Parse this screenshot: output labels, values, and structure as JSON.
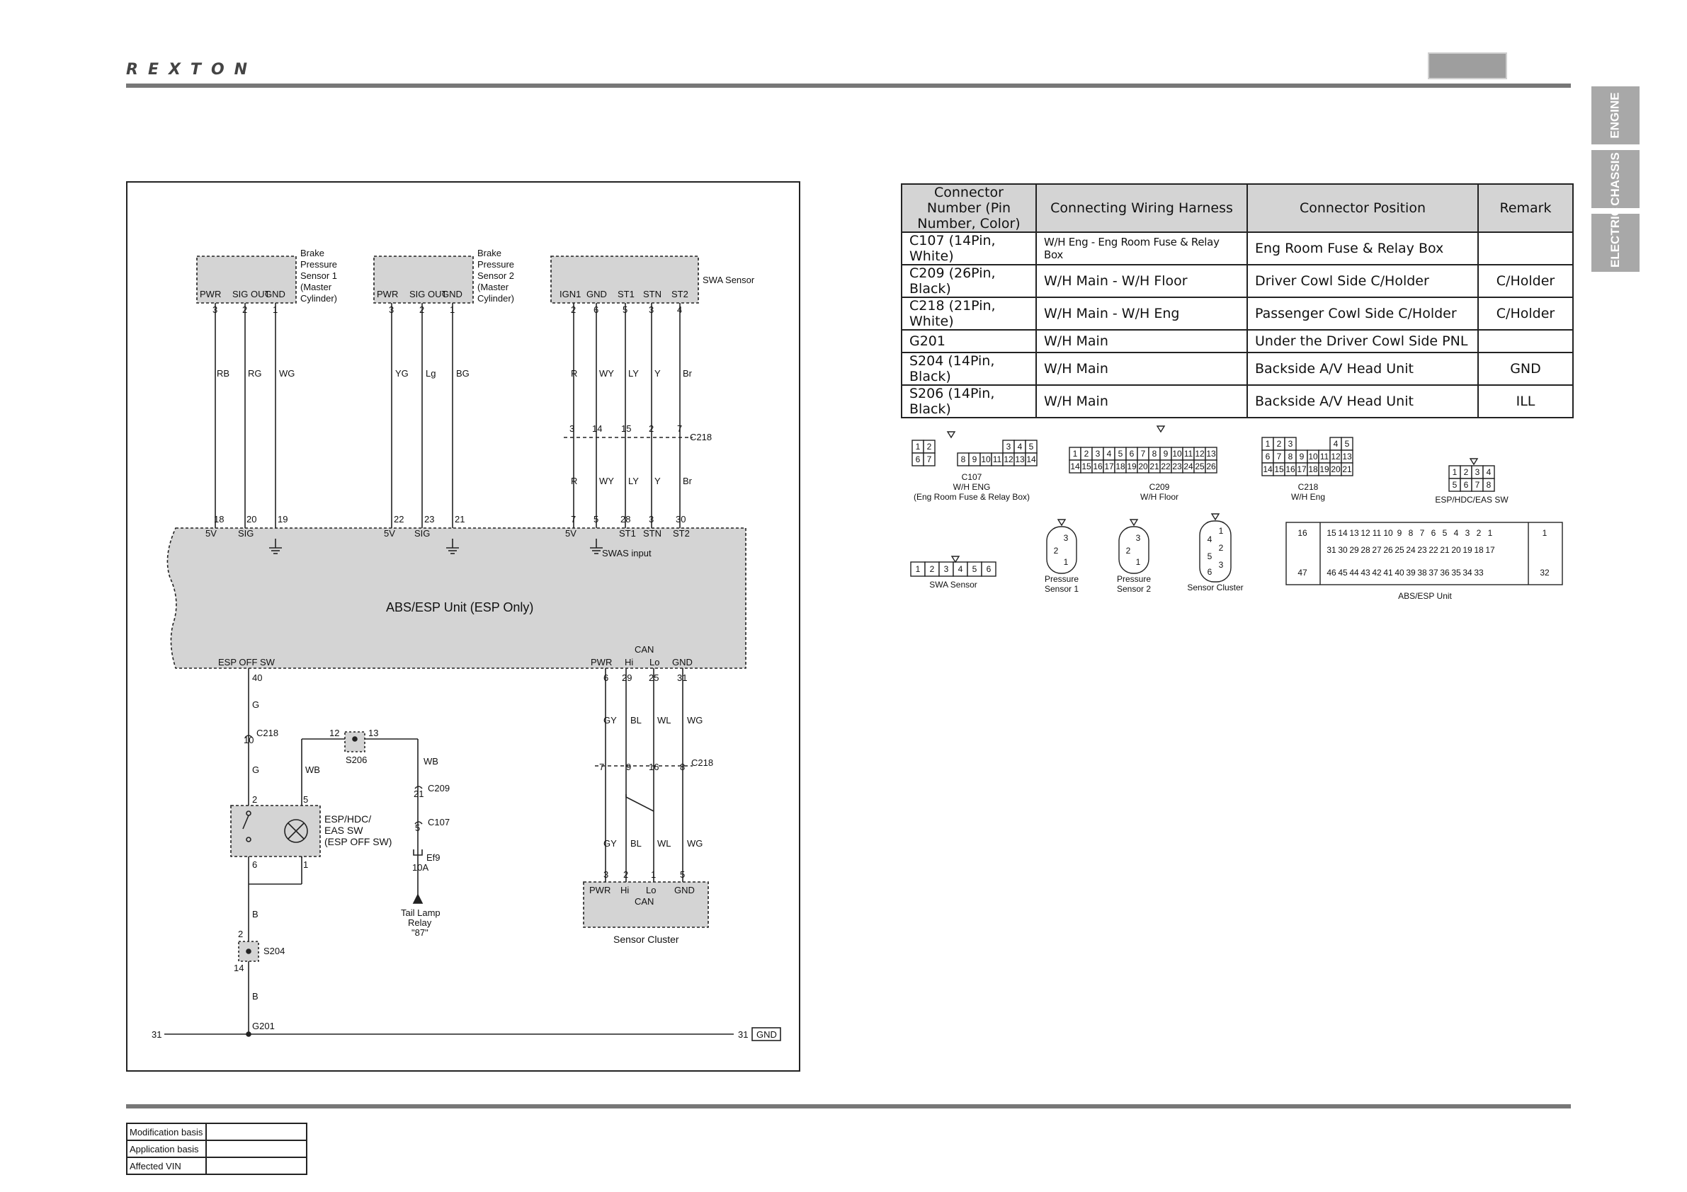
{
  "header": {
    "logo": "REXTON"
  },
  "side_tabs": [
    "ENGINE",
    "CHASSIS",
    "ELECTRIC"
  ],
  "table": {
    "headers": [
      "Connector Number (Pin Number, Color)",
      "Connecting Wiring Harness",
      "Connector Position",
      "Remark"
    ],
    "rows": [
      [
        "C107 (14Pin, White)",
        "W/H Eng - Eng Room Fuse & Relay Box",
        "Eng Room Fuse & Relay Box",
        ""
      ],
      [
        "C209 (26Pin, Black)",
        "W/H Main - W/H Floor",
        "Driver Cowl Side C/Holder",
        "C/Holder"
      ],
      [
        "C218 (21Pin, White)",
        "W/H Main - W/H Eng",
        "Passenger Cowl Side C/Holder",
        "C/Holder"
      ],
      [
        "G201",
        "W/H Main",
        "Under the Driver Cowl Side PNL",
        ""
      ],
      [
        "S204 (14Pin, Black)",
        "W/H Main",
        "Backside A/V Head Unit",
        "GND"
      ],
      [
        "S206 (14Pin, Black)",
        "W/H Main",
        "Backside A/V Head Unit",
        "ILL"
      ]
    ]
  },
  "footer": {
    "rows": [
      {
        "label": "Modification basis",
        "value": ""
      },
      {
        "label": "Application basis",
        "value": ""
      },
      {
        "label": "Affected VIN",
        "value": ""
      }
    ]
  },
  "diagram": {
    "sensors": {
      "bps1": {
        "name": [
          "Brake",
          "Pressure",
          "Sensor 1",
          "(Master",
          "Cylinder)"
        ],
        "pins": [
          "PWR",
          "SIG OUT",
          "GND"
        ],
        "nums": [
          "3",
          "2",
          "1"
        ],
        "wires": [
          "RB",
          "RG",
          "WG"
        ],
        "unit_pins": [
          "18",
          "20",
          "19"
        ]
      },
      "bps2": {
        "name": [
          "Brake",
          "Pressure",
          "Sensor 2",
          "(Master",
          "Cylinder)"
        ],
        "pins": [
          "PWR",
          "SIG OUT",
          "GND"
        ],
        "nums": [
          "3",
          "2",
          "1"
        ],
        "wires": [
          "YG",
          "Lg",
          "BG"
        ],
        "unit_pins": [
          "22",
          "23",
          "21"
        ]
      },
      "swa": {
        "name": "SWA Sensor",
        "pins": [
          "IGN1",
          "GND",
          "ST1",
          "STN",
          "ST2"
        ],
        "nums": [
          "2",
          "6",
          "5",
          "3",
          "4"
        ],
        "wires": [
          "R",
          "WY",
          "LY",
          "Y",
          "Br"
        ],
        "c218_pins": [
          "3",
          "14",
          "15",
          "2",
          "7"
        ],
        "unit_pins": [
          "7",
          "5",
          "28",
          "3",
          "30"
        ]
      }
    },
    "unit": {
      "name": "ABS/ESP Unit (ESP Only)",
      "top_labels": [
        "5V",
        "SIG",
        "5V",
        "SIG",
        "5V",
        "ST1",
        "STN",
        "ST2"
      ],
      "swas_input": "SWAS input",
      "bottom_labels": {
        "esp": "ESP OFF SW",
        "can": "CAN",
        "pins": [
          "PWR",
          "Hi",
          "Lo",
          "GND"
        ],
        "nums": [
          "40",
          "6",
          "29",
          "25",
          "31"
        ]
      }
    },
    "labels": {
      "c218": "C218",
      "c209": "C209",
      "c107": "C107",
      "s206": "S206",
      "s204": "S204",
      "g201": "G201",
      "gnd": "GND",
      "ef9": "Ef9",
      "ef9_amp": "10A",
      "tail_lamp": [
        "Tail Lamp",
        "Relay",
        "\"87\""
      ],
      "esp_sw": [
        "ESP/HDC/",
        "EAS SW",
        "(ESP OFF SW)"
      ],
      "sensor_cluster": "Sensor Cluster",
      "cluster_pins": [
        "PWR",
        "Hi",
        "Lo",
        "GND"
      ],
      "cluster_can": "CAN"
    },
    "wires_bottom": {
      "esp": [
        "G",
        "G",
        "B",
        "B"
      ],
      "esp_c218": [
        "10"
      ],
      "s206_pins": [
        "12",
        "13"
      ],
      "wb": [
        "WB",
        "WB"
      ],
      "c209_pin": "21",
      "c107_pin": "5",
      "sw_pins": [
        "2",
        "5",
        "6",
        "1"
      ],
      "s204_pins": [
        "2",
        "14"
      ],
      "ground_pins": [
        "31",
        "31"
      ],
      "cluster_wires": [
        "GY",
        "BL",
        "WL",
        "WG"
      ],
      "cluster_c218": [
        "7",
        "9",
        "16",
        "8"
      ],
      "cluster_nums": [
        "3",
        "2",
        "1",
        "5"
      ]
    }
  },
  "connector_views": [
    {
      "title": [
        "C107",
        "W/H ENG",
        "(Eng Room Fuse & Relay Box)"
      ],
      "pins": [
        "1",
        "2",
        "3",
        "4",
        "5",
        "6",
        "7",
        "8",
        "9",
        "10",
        "11",
        "12",
        "13",
        "14"
      ]
    },
    {
      "title": [
        "C209",
        "W/H Floor"
      ],
      "pins": [
        "1",
        "2",
        "3",
        "4",
        "5",
        "6",
        "7",
        "8",
        "9",
        "10",
        "11",
        "12",
        "13",
        "14",
        "15",
        "16",
        "17",
        "18",
        "19",
        "20",
        "21",
        "22",
        "23",
        "24",
        "25",
        "26"
      ]
    },
    {
      "title": [
        "C218",
        "W/H Eng"
      ],
      "pins": [
        "1",
        "2",
        "3",
        "4",
        "5",
        "6",
        "7",
        "8",
        "9",
        "10",
        "11",
        "12",
        "13",
        "14",
        "15",
        "16",
        "17",
        "18",
        "19",
        "20",
        "21"
      ]
    },
    {
      "title": [
        "ESP/HDC/EAS SW"
      ],
      "pins": [
        "1",
        "2",
        "3",
        "4",
        "5",
        "6",
        "7",
        "8"
      ]
    },
    {
      "title": [
        "SWA Sensor"
      ],
      "pins": [
        "1",
        "2",
        "3",
        "4",
        "5",
        "6"
      ]
    },
    {
      "title": [
        "Pressure",
        "Sensor 1"
      ],
      "pins": [
        "3",
        "2",
        "1"
      ]
    },
    {
      "title": [
        "Pressure",
        "Sensor 2"
      ],
      "pins": [
        "3",
        "2",
        "1"
      ]
    },
    {
      "title": [
        "Sensor Cluster"
      ],
      "pins": [
        "1",
        "4",
        "2",
        "5",
        "3",
        "6"
      ]
    },
    {
      "title": [
        "ABS/ESP Unit"
      ],
      "pins": [
        "16",
        "15",
        "14",
        "13",
        "12",
        "11",
        "10",
        "9",
        "8",
        "7",
        "6",
        "5",
        "4",
        "3",
        "2",
        "1",
        "31",
        "30",
        "29",
        "28",
        "27",
        "26",
        "25",
        "24",
        "23",
        "22",
        "21",
        "20",
        "19",
        "18",
        "17",
        "47",
        "46",
        "45",
        "44",
        "43",
        "42",
        "41",
        "40",
        "39",
        "38",
        "37",
        "36",
        "35",
        "34",
        "33",
        "32"
      ]
    }
  ]
}
